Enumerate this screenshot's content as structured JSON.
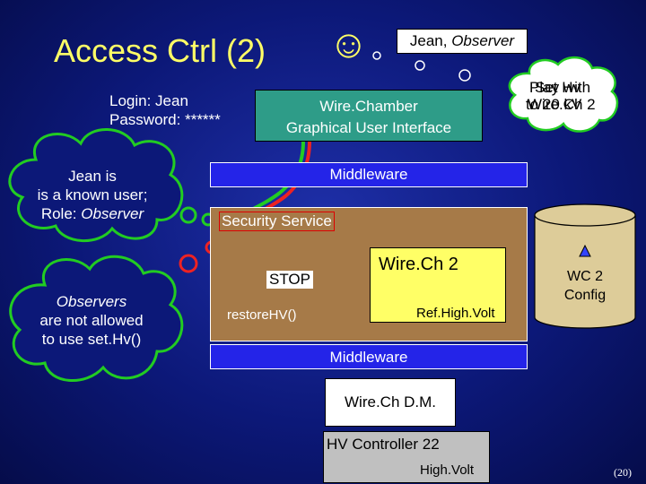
{
  "slide": {
    "title": "Access Ctrl (2)",
    "page_number": "(20)"
  },
  "login": {
    "login_line": "Login: Jean",
    "password_line": "Password: ******"
  },
  "user_badge": {
    "smiley": "☺",
    "prefix": "Jean, ",
    "role": "Observer"
  },
  "gui": {
    "line1": "Wire.Chamber",
    "line2": "Graphical User Interface"
  },
  "middleware": {
    "top_label": "Middleware",
    "bottom_label": "Middleware"
  },
  "security": {
    "label": "Security Service",
    "stop_label": "STOP",
    "restore_label": "restoreHV()"
  },
  "wirech2": {
    "label": "Wire.Ch 2",
    "ref_label": "Ref.High.Volt"
  },
  "config": {
    "line1": "WC 2",
    "line2": "Config"
  },
  "dm": {
    "label": "Wire.Ch D.M."
  },
  "hv": {
    "label": "HV Controller 22",
    "value_label": "High.Volt"
  },
  "clouds": {
    "known_user": {
      "line1": "Jean is",
      "line2": "is a known user;",
      "line3_prefix": "Role: ",
      "line3_em": "Observer"
    },
    "observers": {
      "line1": "Observers",
      "line2": "are not allowed",
      "line3": "to use set.Hv()"
    },
    "thought": {
      "line1a": "Play with",
      "line1b": "Set Hv",
      "line2a": "Wire.Ch 2",
      "line2b": "to 20 kV"
    }
  },
  "colors": {
    "background": "#0c1878",
    "title": "#ffff66",
    "gui_box": "#2e9c88",
    "middleware": "#2424e8",
    "security_area": "#a67a48",
    "wirech2_box": "#ffff66",
    "config_cylinder": "#ddcc99",
    "stop_sign": "#dd2222",
    "cloud_outline": "#22cc22",
    "red_connector": "#ee2222"
  }
}
